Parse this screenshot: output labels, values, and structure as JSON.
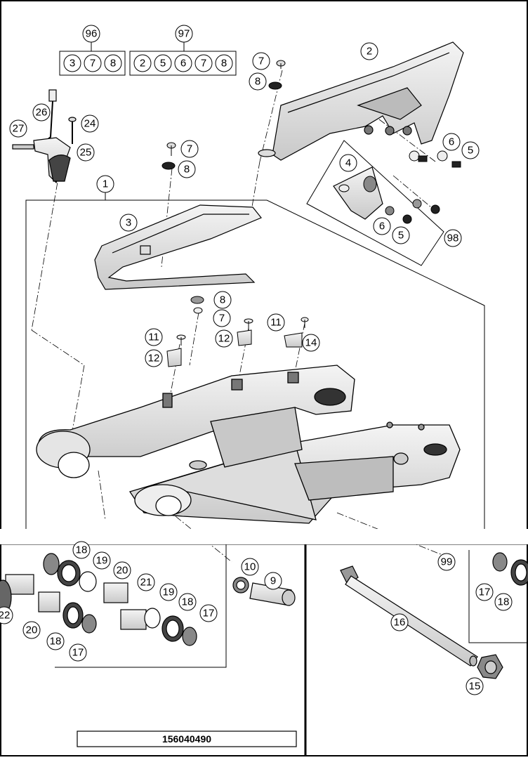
{
  "document_number": "156040490",
  "kits": [
    {
      "id": "96",
      "parts": [
        "3",
        "7",
        "8"
      ]
    },
    {
      "id": "97",
      "parts": [
        "2",
        "5",
        "6",
        "7",
        "8"
      ]
    }
  ],
  "callouts": [
    {
      "id": "c1",
      "label": "1"
    },
    {
      "id": "c2",
      "label": "2"
    },
    {
      "id": "c3",
      "label": "3"
    },
    {
      "id": "c4",
      "label": "4"
    },
    {
      "id": "c5a",
      "label": "5"
    },
    {
      "id": "c5b",
      "label": "5"
    },
    {
      "id": "c6a",
      "label": "6"
    },
    {
      "id": "c6b",
      "label": "6"
    },
    {
      "id": "c7a",
      "label": "7"
    },
    {
      "id": "c7b",
      "label": "7"
    },
    {
      "id": "c7c",
      "label": "7"
    },
    {
      "id": "c8a",
      "label": "8"
    },
    {
      "id": "c8b",
      "label": "8"
    },
    {
      "id": "c8c",
      "label": "8"
    },
    {
      "id": "c9",
      "label": "9"
    },
    {
      "id": "c10",
      "label": "10"
    },
    {
      "id": "c11a",
      "label": "11"
    },
    {
      "id": "c11b",
      "label": "11"
    },
    {
      "id": "c12a",
      "label": "12"
    },
    {
      "id": "c12b",
      "label": "12"
    },
    {
      "id": "c14",
      "label": "14"
    },
    {
      "id": "c15",
      "label": "15"
    },
    {
      "id": "c16",
      "label": "16"
    },
    {
      "id": "c17a",
      "label": "17"
    },
    {
      "id": "c17b",
      "label": "17"
    },
    {
      "id": "c17c",
      "label": "17"
    },
    {
      "id": "c18a",
      "label": "18"
    },
    {
      "id": "c18b",
      "label": "18"
    },
    {
      "id": "c18c",
      "label": "18"
    },
    {
      "id": "c18d",
      "label": "18"
    },
    {
      "id": "c19a",
      "label": "19"
    },
    {
      "id": "c19b",
      "label": "19"
    },
    {
      "id": "c20a",
      "label": "20"
    },
    {
      "id": "c20b",
      "label": "20"
    },
    {
      "id": "c21",
      "label": "21"
    },
    {
      "id": "c22",
      "label": "22"
    },
    {
      "id": "c24",
      "label": "24"
    },
    {
      "id": "c25",
      "label": "25"
    },
    {
      "id": "c26",
      "label": "26"
    },
    {
      "id": "c27",
      "label": "27"
    },
    {
      "id": "c98",
      "label": "98"
    },
    {
      "id": "c99",
      "label": "99"
    }
  ]
}
